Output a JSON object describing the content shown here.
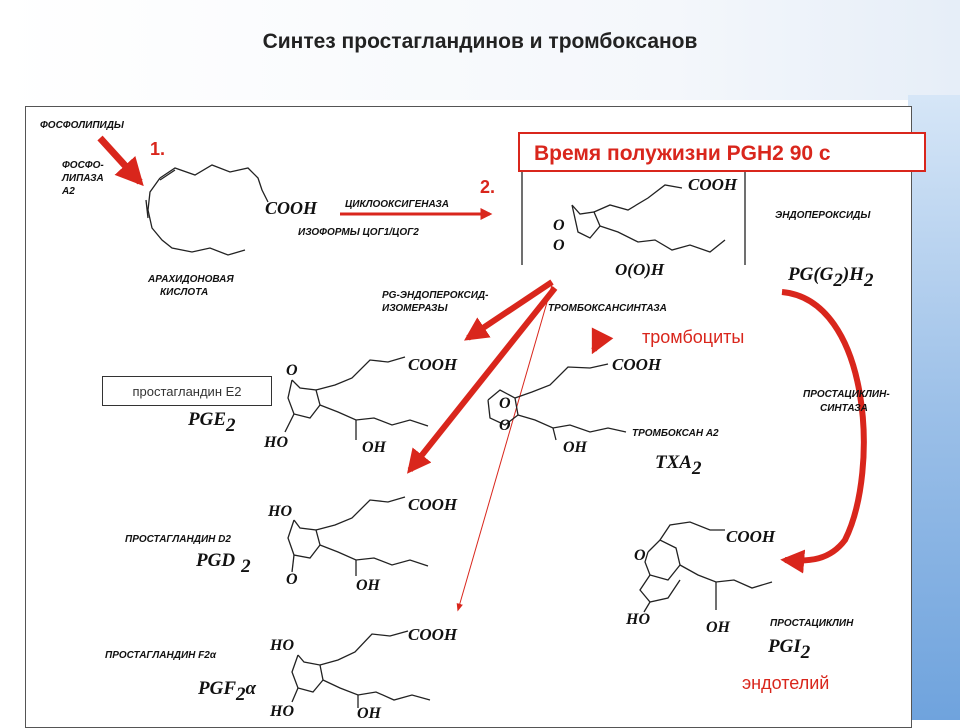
{
  "title": "Синтез простагландинов и тромбоксанов",
  "half_life_box": "Время полужизни PGH2 90 с",
  "steps": {
    "step1": "1.",
    "step2": "2."
  },
  "labels": {
    "phospholipids": "ФОСФОЛИПИДЫ",
    "phospholipase_1": "ФОСФО-",
    "phospholipase_2": "ЛИПАЗА",
    "phospholipase_3": "А2",
    "arachidonic_1": "АРАХИДОНОВАЯ",
    "arachidonic_2": "КИСЛОТА",
    "cyclooxygenase": "ЦИКЛООКСИГЕНАЗА",
    "isoforms": "ИЗОФОРМЫ ЦОГ1/ЦОГ2",
    "endoperoxides": "ЭНДОПЕРОКСИДЫ",
    "isomerases_1": "PG-ЭНДОПЕРОКСИД-",
    "isomerases_2": "ИЗОМЕРАЗЫ",
    "thromboxane_synthase": "ТРОМБОКСАНСИНТАЗА",
    "thromboxane_a2": "ТРОМБОКСАН А2",
    "prostacyclin_synthase_1": "ПРОСТАЦИКЛИН-",
    "prostacyclin_synthase_2": "СИНТАЗА",
    "prostaglandin_d2": "ПРОСТАГЛАНДИН D2",
    "prostaglandin_f2a": "ПРОСТАГЛАНДИН F2",
    "alpha": "α",
    "prostacyclin": "ПРОСТАЦИКЛИН",
    "prostaglandin_e2": "простагландин Е2",
    "platelets": "тромбоциты",
    "endothelium": "эндотелий"
  },
  "chem": {
    "cooh": "COOH",
    "ho": "HO",
    "oh": "OH",
    "o": "O",
    "ooh": "O(O)H",
    "pgh2_pre": "PG(G",
    "pgh2_sub1": "2",
    "pgh2_mid": ")H",
    "pgh2_sub2": "2",
    "pge": "PGE",
    "pgd": "PGD",
    "pgf": "PGF",
    "txa": "TXA",
    "pgi": "PGI",
    "sub2": "2"
  },
  "colors": {
    "arrow_red": "#d9261c",
    "accent_blue": "#6fa3dd"
  }
}
